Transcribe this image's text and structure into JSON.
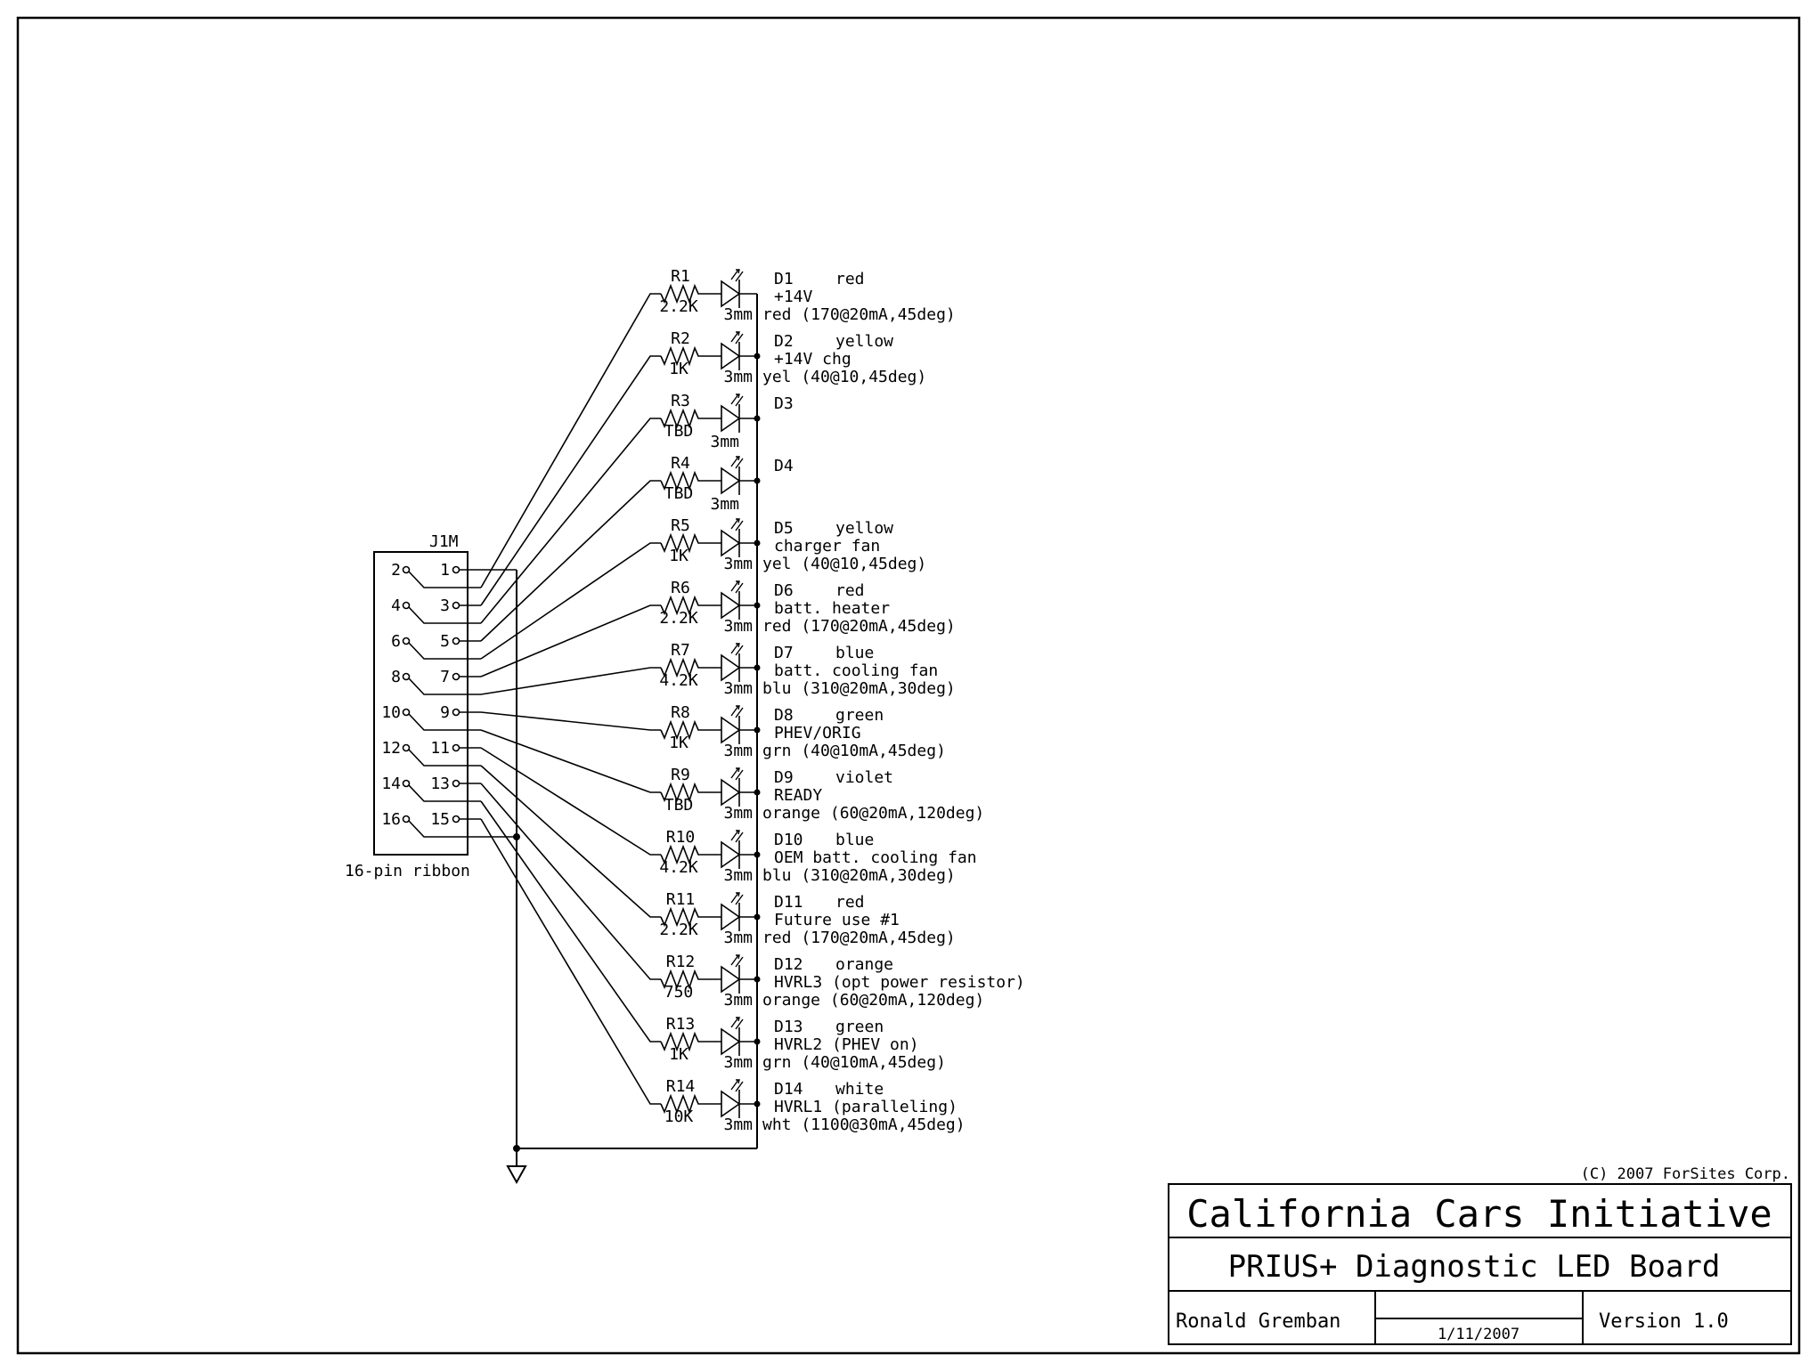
{
  "colors": {
    "ink": "#000000",
    "paper": "#ffffff"
  },
  "connector": {
    "ref": "J1M",
    "label": "16-pin ribbon",
    "pins_left": [
      "2",
      "4",
      "6",
      "8",
      "10",
      "12",
      "14",
      "16"
    ],
    "pins_right": [
      "1",
      "3",
      "5",
      "7",
      "9",
      "11",
      "13",
      "15"
    ]
  },
  "package_label": "3mm",
  "channels": [
    {
      "r": "R1",
      "rv": "2.2K",
      "d": "D1",
      "color": "red",
      "func": "+14V",
      "spec": "red (170@20mA,45deg)"
    },
    {
      "r": "R2",
      "rv": "1K",
      "d": "D2",
      "color": "yellow",
      "func": "+14V chg",
      "spec": "yel (40@10,45deg)"
    },
    {
      "r": "R3",
      "rv": "TBD",
      "d": "D3",
      "color": "",
      "func": "",
      "spec": ""
    },
    {
      "r": "R4",
      "rv": "TBD",
      "d": "D4",
      "color": "",
      "func": "",
      "spec": ""
    },
    {
      "r": "R5",
      "rv": "1K",
      "d": "D5",
      "color": "yellow",
      "func": "charger fan",
      "spec": "yel (40@10,45deg)"
    },
    {
      "r": "R6",
      "rv": "2.2K",
      "d": "D6",
      "color": "red",
      "func": "batt. heater",
      "spec": "red (170@20mA,45deg)"
    },
    {
      "r": "R7",
      "rv": "4.2K",
      "d": "D7",
      "color": "blue",
      "func": "batt. cooling fan",
      "spec": "blu (310@20mA,30deg)"
    },
    {
      "r": "R8",
      "rv": "1K",
      "d": "D8",
      "color": "green",
      "func": "PHEV/ORIG",
      "spec": "grn (40@10mA,45deg)"
    },
    {
      "r": "R9",
      "rv": "TBD",
      "d": "D9",
      "color": "violet",
      "func": "READY",
      "spec": "orange (60@20mA,120deg)"
    },
    {
      "r": "R10",
      "rv": "4.2K",
      "d": "D10",
      "color": "blue",
      "func": "OEM batt. cooling fan",
      "spec": "blu (310@20mA,30deg)"
    },
    {
      "r": "R11",
      "rv": "2.2K",
      "d": "D11",
      "color": "red",
      "func": "Future use #1",
      "spec": "red (170@20mA,45deg)"
    },
    {
      "r": "R12",
      "rv": "750",
      "d": "D12",
      "color": "orange",
      "func": "HVRL3 (opt power resistor)",
      "spec": "orange (60@20mA,120deg)"
    },
    {
      "r": "R13",
      "rv": "1K",
      "d": "D13",
      "color": "green",
      "func": "HVRL2 (PHEV on)",
      "spec": "grn (40@10mA,45deg)"
    },
    {
      "r": "R14",
      "rv": "10K",
      "d": "D14",
      "color": "white",
      "func": "HVRL1 (paralleling)",
      "spec": "wht (1100@30mA,45deg)"
    }
  ],
  "title_block": {
    "copyright": "(C) 2007 ForSites Corp.",
    "organization": "California Cars Initiative",
    "title": "PRIUS+ Diagnostic LED Board",
    "author": "Ronald Gremban",
    "date": "1/11/2007",
    "version": "Version 1.0"
  }
}
